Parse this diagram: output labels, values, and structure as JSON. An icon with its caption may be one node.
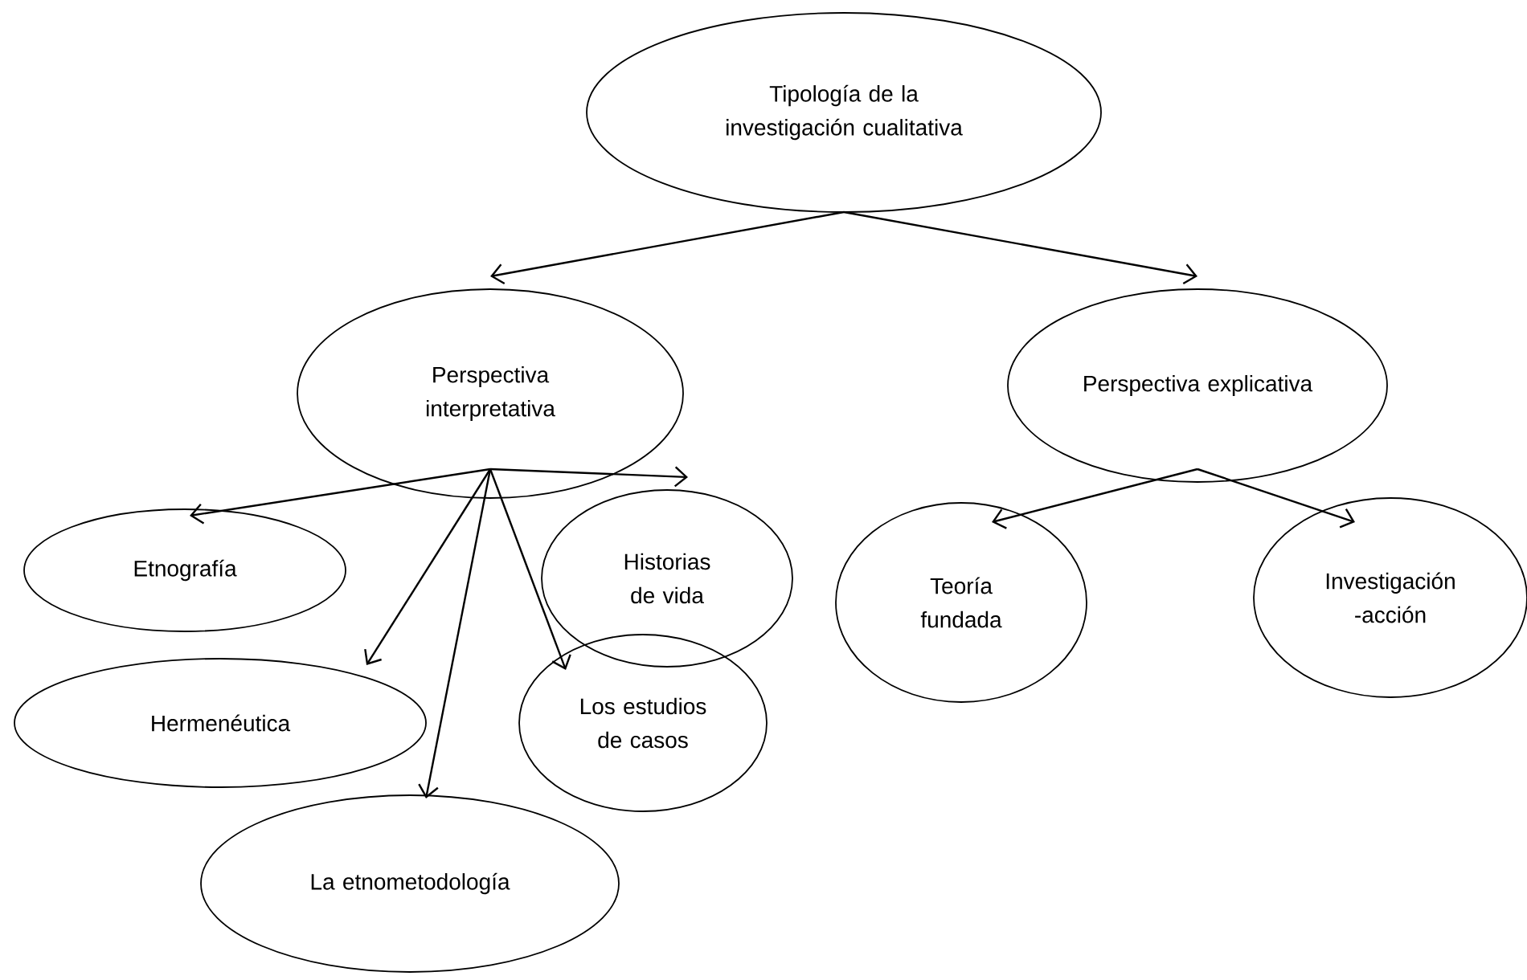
{
  "diagram": {
    "nodes": [
      {
        "text": [
          "Tipología de la investigación cualitativa"
        ]
      },
      {
        "text": [
          "Perspectiva interpretativa"
        ]
      },
      {
        "text": [
          "Perspectiva explicativa"
        ]
      },
      {
        "text": [
          "Etnografía"
        ]
      },
      {
        "text": [
          "Historias de vida"
        ]
      },
      {
        "text": [
          "Hermenéutica"
        ]
      },
      {
        "text": [
          "Los estudios de casos"
        ]
      },
      {
        "text": [
          "La etnometodología"
        ]
      },
      {
        "text": [
          "Teoría fundada"
        ]
      },
      {
        "text": [
          "Investigación -acción"
        ]
      }
    ],
    "edges": [
      {
        "from": 0,
        "to": 1,
        "arrow": "to"
      },
      {
        "from": 0,
        "to": 2,
        "arrow": "to"
      },
      {
        "from": 1,
        "to": 3,
        "arrow": "to"
      },
      {
        "from": 1,
        "to": 4,
        "arrow": "to"
      },
      {
        "from": 1,
        "to": 5,
        "arrow": "to"
      },
      {
        "from": 1,
        "to": 6,
        "arrow": "to"
      },
      {
        "from": 1,
        "to": 7,
        "arrow": "to"
      },
      {
        "from": 2,
        "to": 8,
        "arrow": "to"
      },
      {
        "from": 2,
        "to": 9,
        "arrow": "to"
      }
    ]
  }
}
